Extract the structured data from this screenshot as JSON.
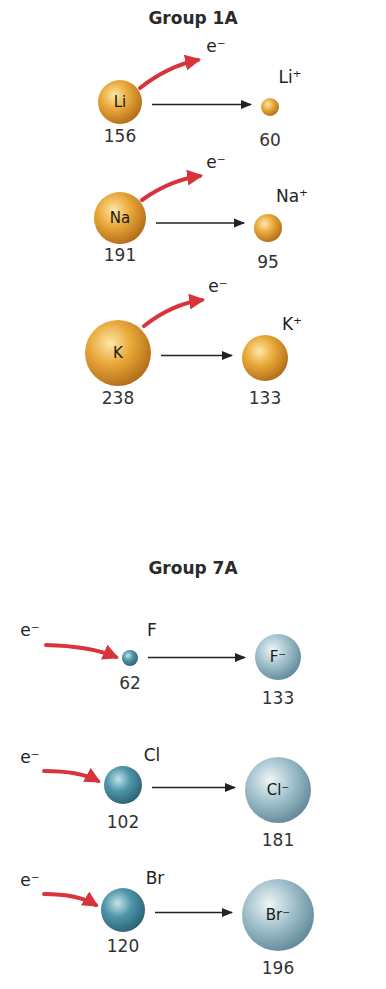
{
  "diagram": {
    "nodes": [
      {
        "text": [
          "Li",
          "156"
        ]
      },
      {
        "text": [
          "Li⁺",
          "60"
        ]
      },
      {
        "text": [
          "Na",
          "191"
        ]
      },
      {
        "text": [
          "Na⁺",
          "95"
        ]
      },
      {
        "text": [
          "K",
          "238"
        ]
      },
      {
        "text": [
          "K⁺",
          "133"
        ]
      },
      {
        "text": [
          "F",
          "62"
        ]
      },
      {
        "text": [
          "F⁻",
          "133"
        ]
      },
      {
        "text": [
          "Cl",
          "102"
        ]
      },
      {
        "text": [
          "Cl⁻",
          "181"
        ]
      },
      {
        "text": [
          "Br",
          "120"
        ]
      },
      {
        "text": [
          "Br⁻",
          "196"
        ]
      }
    ],
    "edges": [
      {
        "from": 0,
        "to": 1,
        "arrow": "to"
      },
      {
        "from": 2,
        "to": 3,
        "arrow": "to"
      },
      {
        "from": 4,
        "to": 5,
        "arrow": "to"
      },
      {
        "from": 6,
        "to": 7,
        "arrow": "to"
      },
      {
        "from": 8,
        "to": 9,
        "arrow": "to"
      },
      {
        "from": 10,
        "to": 11,
        "arrow": "to"
      }
    ],
    "labels": [
      "Group 1A",
      "e⁻",
      "e⁻",
      "e⁻",
      "Group 7A",
      "e⁻",
      "e⁻",
      "e⁻"
    ]
  }
}
